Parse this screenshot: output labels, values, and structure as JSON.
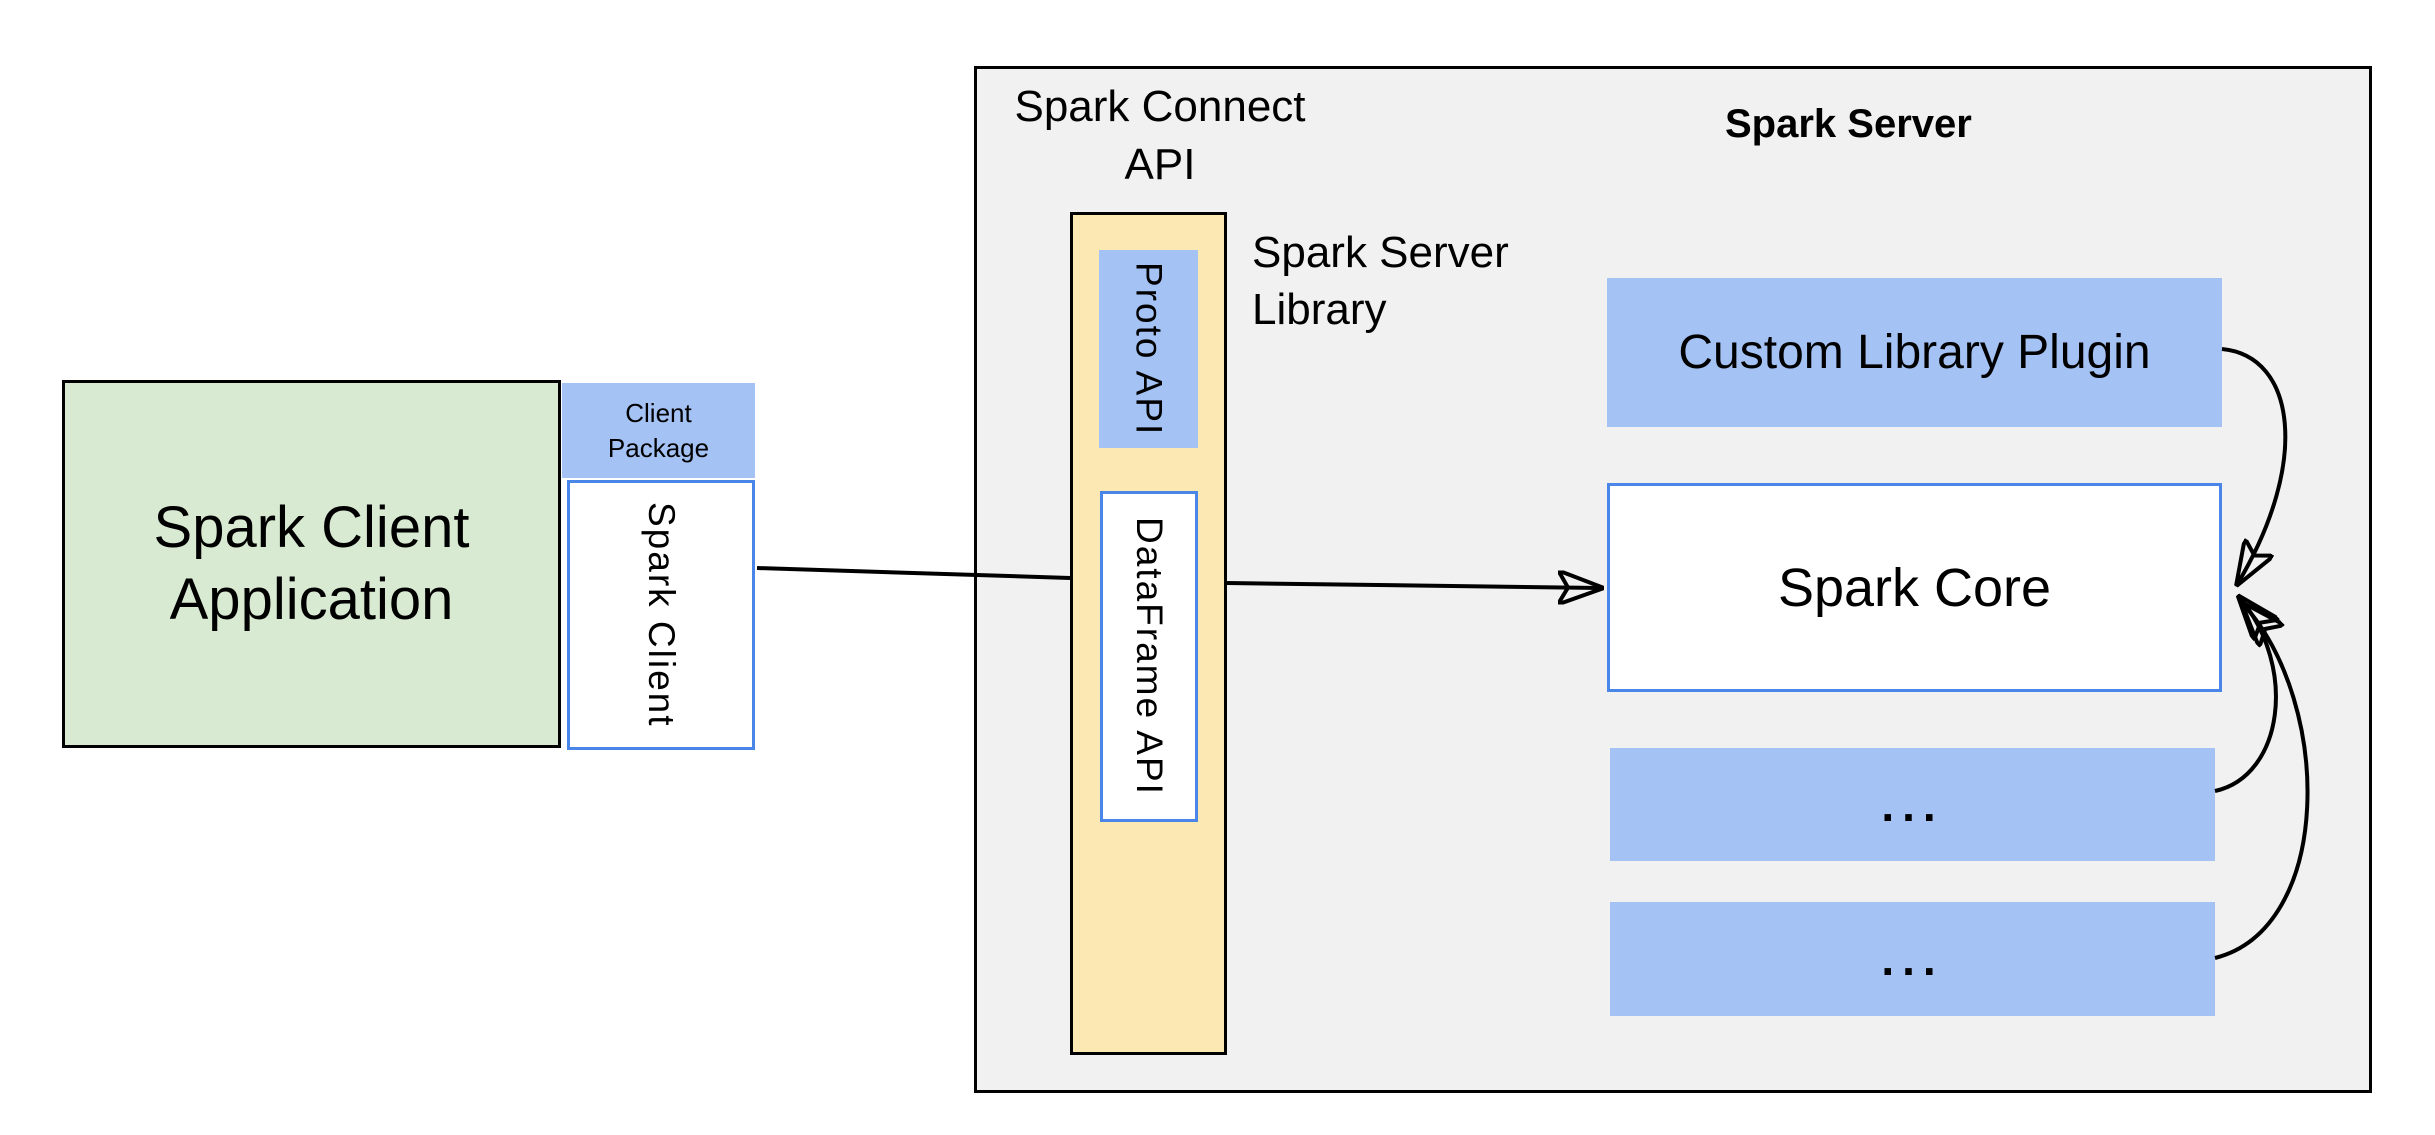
{
  "palette": {
    "green_fill": "#d9ead3",
    "blue_fill": "#a4c2f4",
    "yellow_fill": "#fce8b2",
    "gray_fill": "#f1f1f2",
    "blue_border": "#4a86e8",
    "line_color": "#000000",
    "text_color": "#000000",
    "white": "#ffffff"
  },
  "client": {
    "app_label": "Spark Client Application",
    "package_label": "Client Package",
    "spark_client_label": "Spark Client"
  },
  "connect": {
    "heading": "Spark Connect API",
    "proto_label": "Proto API",
    "dataframe_label": "DataFrame API",
    "library_label": "Spark Server Library"
  },
  "server": {
    "heading": "Spark Server",
    "plugin_label": "Custom Library Plugin",
    "core_label": "Spark Core",
    "dots1_label": "...",
    "dots2_label": "..."
  }
}
